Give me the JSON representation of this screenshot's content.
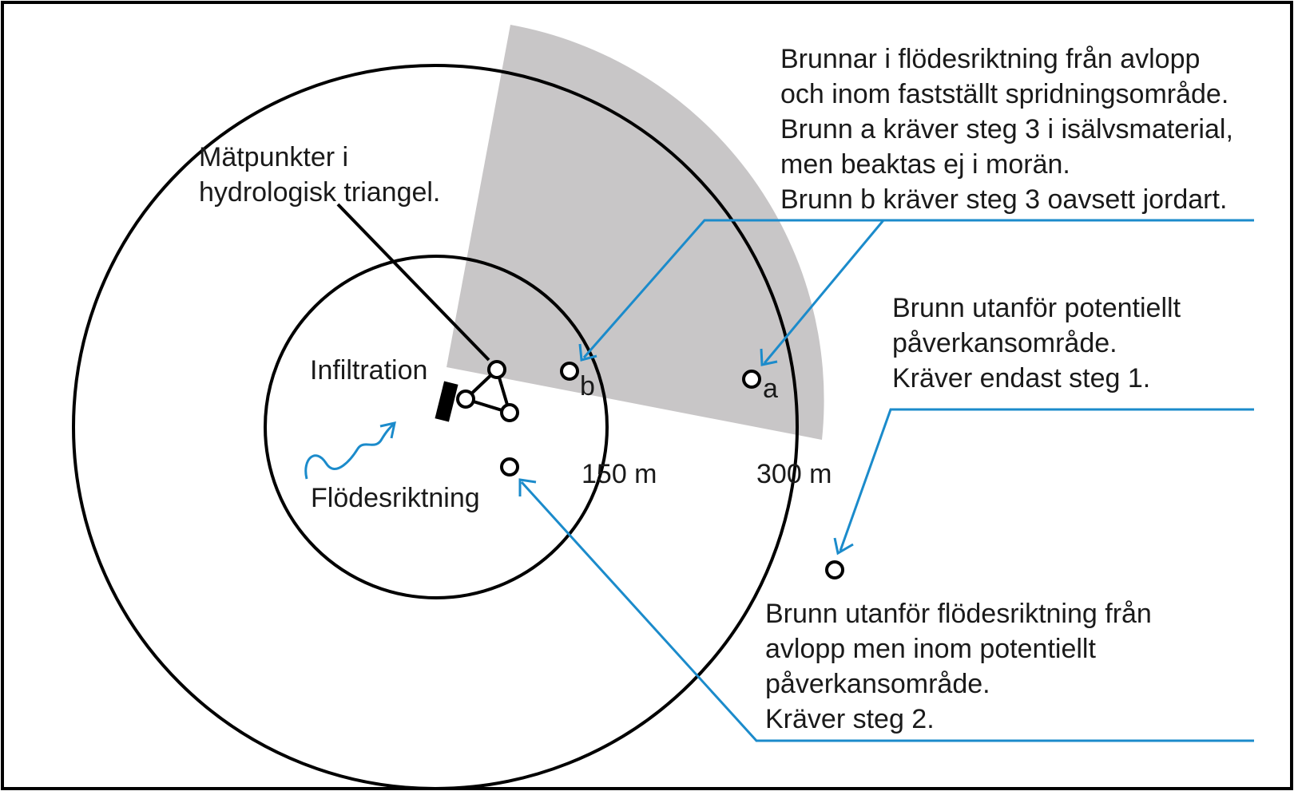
{
  "labels": {
    "measure_points": [
      "Mätpunkter i",
      "hydrologisk triangel."
    ],
    "infiltration": "Infiltration",
    "flow_direction": "Flödesriktning",
    "ring_inner": "150 m",
    "ring_outer": "300 m",
    "well_a": "a",
    "well_b": "b"
  },
  "callouts": {
    "downstream": [
      "Brunnar i flödesriktning från avlopp",
      "och inom fastställt spridningsområde.",
      "Brunn a kräver steg 3 i isälvsmaterial,",
      "men beaktas ej i morän.",
      "Brunn b kräver steg 3 oavsett jordart."
    ],
    "outside": [
      "Brunn utanför potentiellt",
      "påverkansområde.",
      "Kräver endast steg 1."
    ],
    "cross": [
      "Brunn utanför flödesriktning från",
      "avlopp men inom potentiellt",
      "påverkansområde.",
      "Kräver steg 2."
    ]
  },
  "colors": {
    "sector": "#c8c6c7",
    "accent": "#1b8bcb",
    "stroke": "#000000"
  }
}
